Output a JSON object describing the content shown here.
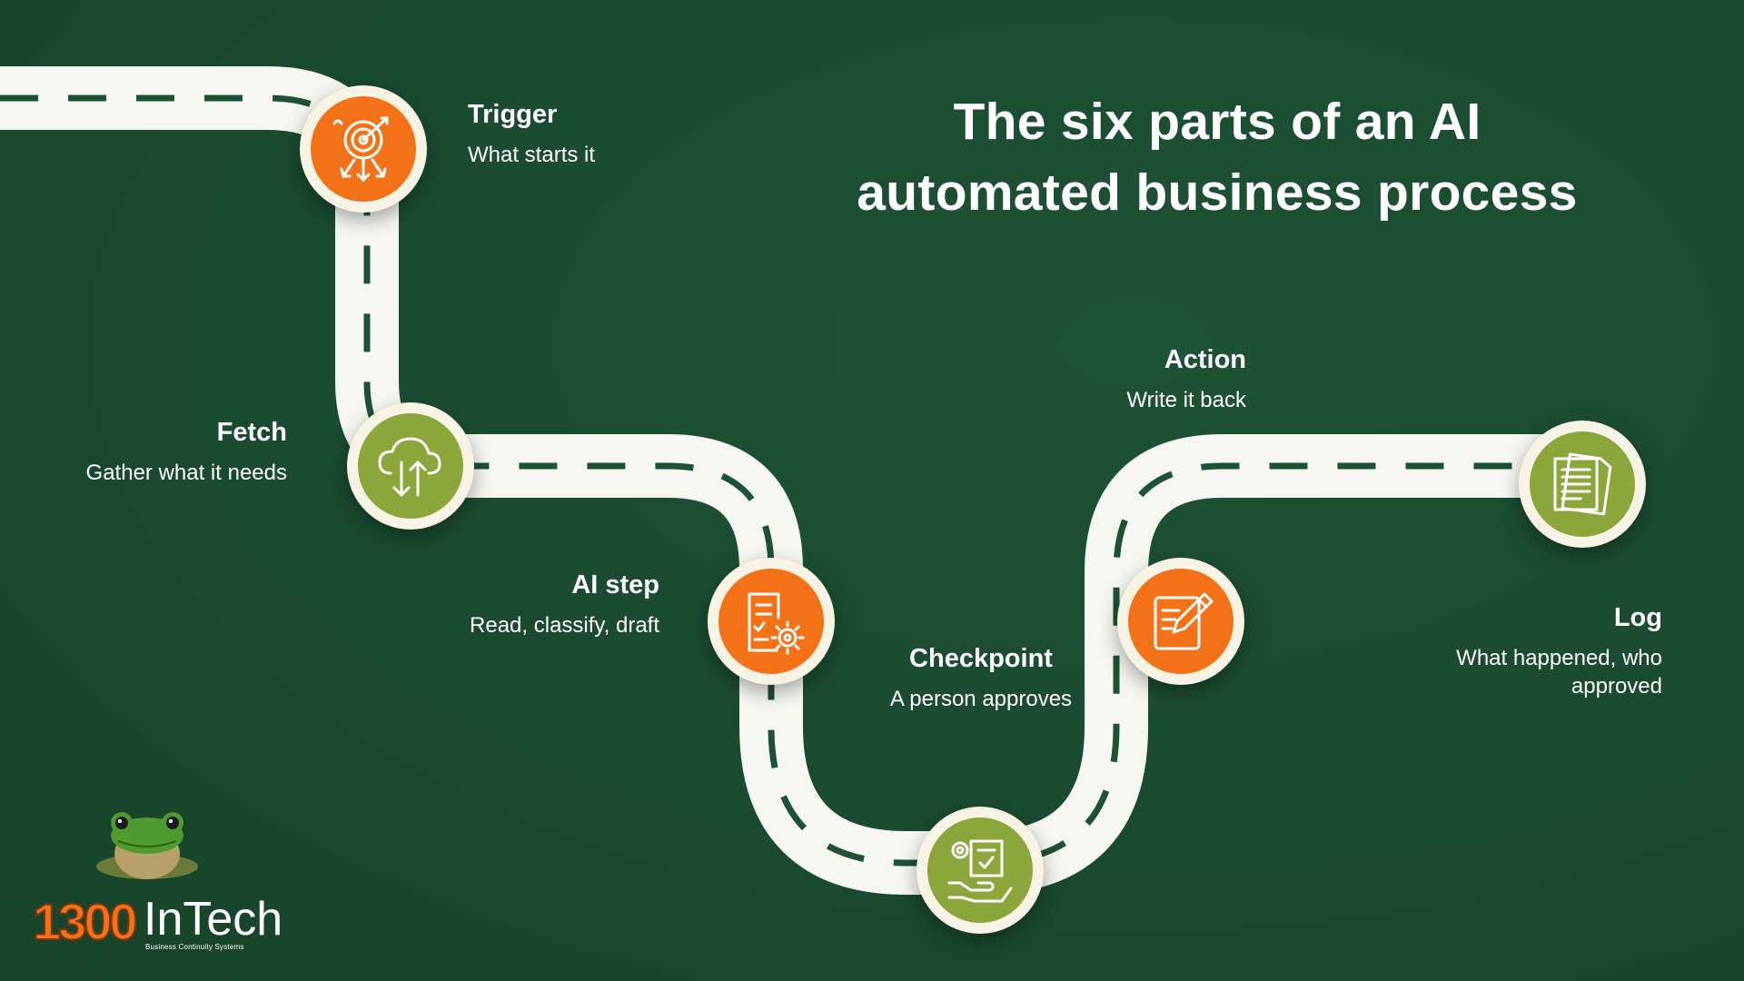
{
  "title": {
    "line1": "The six parts of an AI",
    "line2": "automated business process"
  },
  "steps": [
    {
      "name": "Trigger",
      "desc": "What starts it",
      "icon": "target-arrows-icon",
      "color": "#f47217"
    },
    {
      "name": "Fetch",
      "desc": "Gather what it needs",
      "icon": "cloud-upload-download-icon",
      "color": "#8ba63a"
    },
    {
      "name": "AI step",
      "desc": "Read, classify, draft",
      "icon": "document-gear-icon",
      "color": "#f47217"
    },
    {
      "name": "Checkpoint",
      "desc": "A person approves",
      "icon": "hand-approval-icon",
      "color": "#8ba63a"
    },
    {
      "name": "Action",
      "desc": "Write it back",
      "icon": "edit-document-icon",
      "color": "#f47217"
    },
    {
      "name": "Log",
      "desc_line1": "What happened, who",
      "desc_line2": "approved",
      "icon": "documents-stack-icon",
      "color": "#8ba63a"
    }
  ],
  "logo": {
    "number": "1300",
    "name": "InTech",
    "tagline": "Business Continuity Systems",
    "icon": "frog-icon"
  },
  "colors": {
    "background": "#1a4a30",
    "road": "#f7f7f2",
    "dash": "#1e5234",
    "orange": "#f47217",
    "green": "#8ba63a"
  }
}
